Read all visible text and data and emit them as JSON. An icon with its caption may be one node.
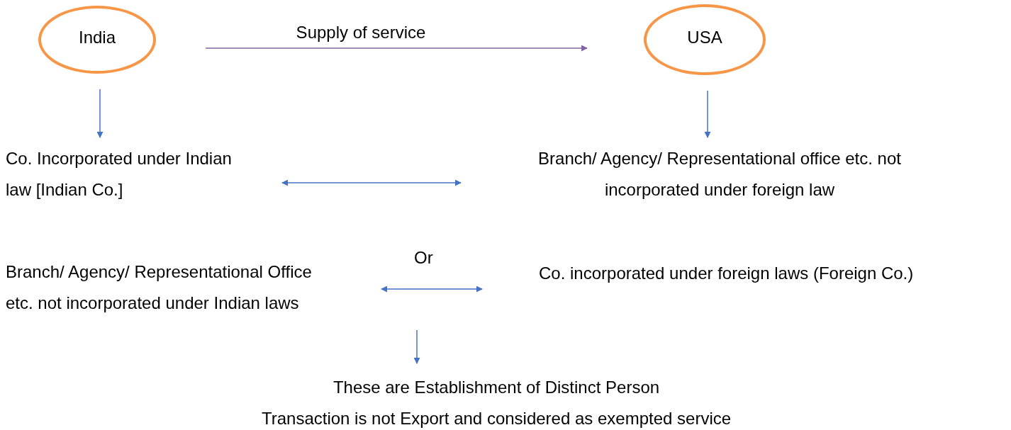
{
  "diagram": {
    "nodes": [
      {
        "text": [
          "India"
        ]
      },
      {
        "text": [
          "USA"
        ]
      },
      {
        "text": [
          "Co. Incorporated under Indian law [Indian Co.]"
        ]
      },
      {
        "text": [
          "Branch/ Agency/ Representational office etc. not incorporated under foreign law"
        ]
      },
      {
        "text": [
          "Branch/ Agency/ Representational Office etc. not incorporated under Indian laws"
        ]
      },
      {
        "text": [
          "Co. incorporated under foreign laws (Foreign Co.)"
        ]
      },
      {
        "text": [
          "These are Establishment of Distinct Person",
          "Transaction is not Export and considered as exempted service"
        ]
      }
    ],
    "edges": [
      {
        "from": 0,
        "to": 1,
        "arrow": "to",
        "label": "Supply of service",
        "color": "#8064a2"
      },
      {
        "from": 0,
        "to": 2,
        "arrow": "to"
      },
      {
        "from": 1,
        "to": 3,
        "arrow": "to"
      },
      {
        "from": 2,
        "to": 3,
        "arrow": "both"
      },
      {
        "from": 4,
        "to": 5,
        "arrow": "both"
      },
      {
        "from": null,
        "to": 6,
        "arrow": "to"
      }
    ],
    "labels": [
      "Or"
    ]
  }
}
